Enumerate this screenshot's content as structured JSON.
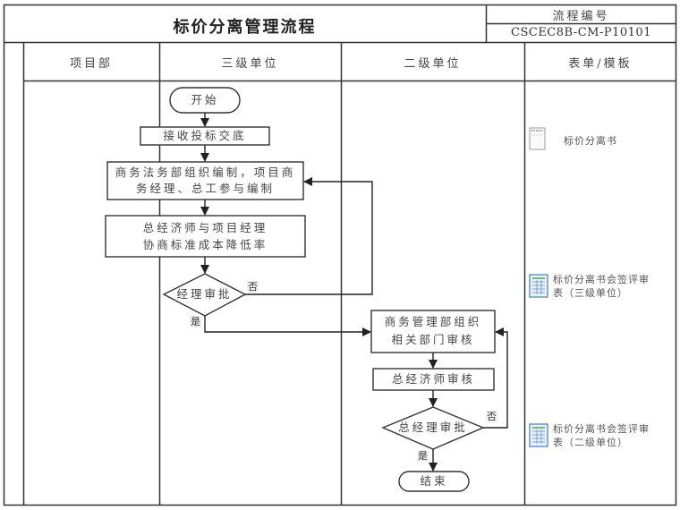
{
  "header": {
    "title": "标价分离管理流程",
    "process_code_label": "流程编号",
    "process_code": "CSCEC8B-CM-P10101"
  },
  "columns": [
    {
      "label": "项目部"
    },
    {
      "label": "三级单位"
    },
    {
      "label": "二级单位"
    },
    {
      "label": "表单/模板"
    }
  ],
  "nodes": {
    "start": "开始",
    "receive": "接收投标交底",
    "compile_line1": "商务法务部组织编制，项目商",
    "compile_line2": "务经理、总工参与编制",
    "negotiate_line1": "总经济师与项目经理",
    "negotiate_line2": "协商标准成本降低率",
    "manager_approve": "经理审批",
    "review_line1": "商务管理部组织",
    "review_line2": "相关部门审核",
    "chief_economist": "总经济师审核",
    "gm_approve": "总经理审批",
    "end": "结束"
  },
  "branch_labels": {
    "no": "否",
    "yes": "是"
  },
  "forms": [
    {
      "icon": "notepad-icon",
      "text": "标价分离书"
    },
    {
      "icon": "spreadsheet-icon",
      "text": "标价分离书会签评审表（三级单位）"
    },
    {
      "icon": "spreadsheet-icon",
      "text": "标价分离书会签评审表（二级单位）"
    }
  ],
  "colors": {
    "line": "#333333",
    "icon_blue": "#5b8fd0",
    "icon_green": "#6fbf6f"
  }
}
